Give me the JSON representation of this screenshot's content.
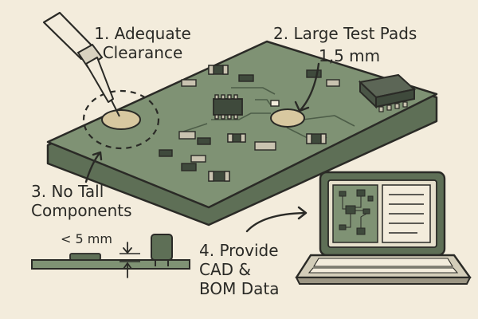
{
  "labels": {
    "clearance": {
      "line1": "1. Adequate",
      "line2": "Clearance"
    },
    "test_pads": {
      "line1": "2. Large Test Pads",
      "dimension": "1,5 mm"
    },
    "tall_components": {
      "line1": "3. No Tall",
      "line2": "Components",
      "dimension": "< 5 mm"
    },
    "cad_bom": {
      "line1": "4. Provide",
      "line2": "CAD &",
      "line3": "BOM Data"
    }
  },
  "colors": {
    "background": "#f3ecdc",
    "board": "#7f9274",
    "board_edge": "#5e6f56",
    "pad": "#d8c8a0",
    "ink": "#2a2a26",
    "component_dark": "#3f4a3c",
    "component_light": "#c9c3b0"
  }
}
